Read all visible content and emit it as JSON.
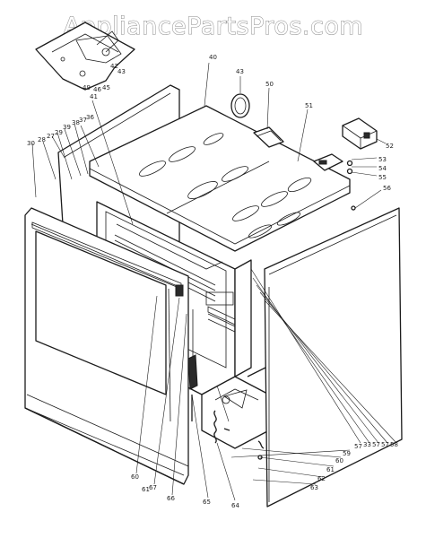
{
  "watermark": "AppliancePartsPros.com",
  "labels": [
    "40",
    "43",
    "50",
    "51",
    "52",
    "53",
    "54",
    "55",
    "56",
    "43",
    "42",
    "41",
    "49",
    "46",
    "45",
    "30",
    "28",
    "27",
    "29",
    "39",
    "38",
    "37",
    "36",
    "57",
    "33",
    "57",
    "57",
    "58",
    "59",
    "60",
    "61",
    "62",
    "63",
    "64",
    "65",
    "66",
    "67",
    "60",
    "61"
  ]
}
